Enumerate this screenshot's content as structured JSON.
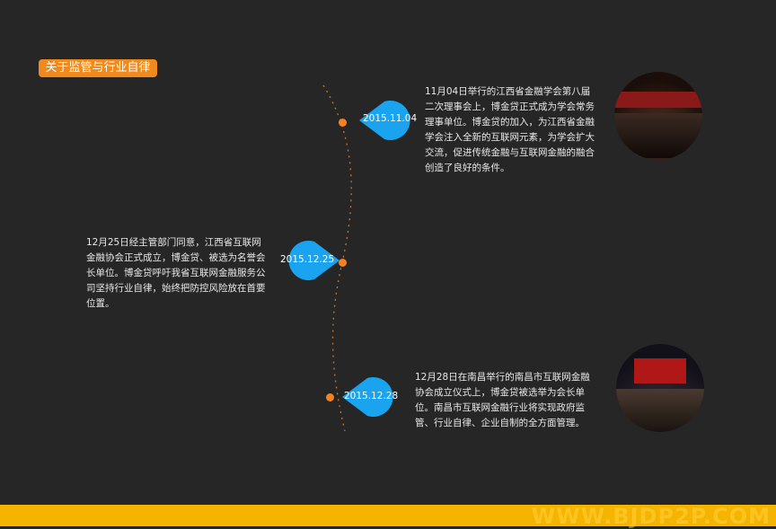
{
  "section_tag": "关于监管与行业自律",
  "events": [
    {
      "date": "2015.11.04",
      "text": "11月04日举行的江西省金融学会第八届二次理事会上，博金贷正式成为学会常务理事单位。博金贷的加入，为江西省金融学会注入全新的互联网元素，为学会扩大交流，促进传统金融与互联网金融的融合创造了良好的条件。"
    },
    {
      "date": "2015.12.25",
      "text": "12月25日经主管部门同意，江西省互联网金融协会正式成立，博金贷、被选为名誉会长单位。博金贷呼吁我省互联网金融服务公司坚持行业自律，始终把防控风险放在首要位置。"
    },
    {
      "date": "2015.12.28",
      "text": "12月28日在南昌举行的南昌市互联网金融协会成立仪式上，博金贷被选举为会长单位。南昌市互联网金融行业将实现政府监管、行业自律、企业自制的全方面管理。"
    }
  ],
  "footer": {
    "watermark": "WWW.BJDP2P.COM"
  },
  "colors": {
    "accent": "#f08a1c",
    "bubble": "#1aa3ee",
    "footer": "#f5b400"
  }
}
